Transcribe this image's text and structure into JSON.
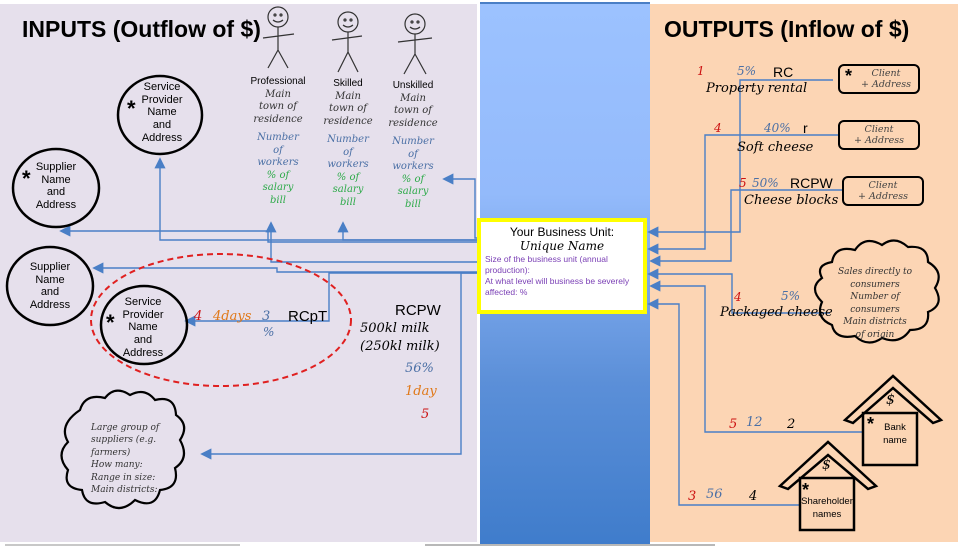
{
  "colors": {
    "inputs_bg": "#e6e0ec",
    "outputs_bg": "#fcd5b4",
    "business_border": "#ffff00",
    "arrow": "#4a7fc6",
    "highlight_ellipse": "#e02020"
  },
  "inputs": {
    "title": "INPUTS (Outflow of $)",
    "service_provider_top": {
      "star": "*",
      "label": "Service Provider Name and Address"
    },
    "supplier_starred": {
      "star": "*",
      "label": "Supplier Name and Address"
    },
    "supplier_plain": {
      "label": "Supplier Name and Address"
    },
    "service_provider_circled": {
      "star": "*",
      "label": "Service Provider Name and Address",
      "flow": {
        "num_red": "4",
        "days": "4days",
        "num_blue": "3",
        "code": "RCpT",
        "percent": "%"
      }
    },
    "workers": [
      {
        "icon": "stick-figure-icon",
        "type": "Professional",
        "town": [
          "Main",
          "town of",
          "residence"
        ],
        "count": [
          "Number",
          "of",
          "workers"
        ],
        "salary": [
          "% of",
          "salary",
          "bill"
        ]
      },
      {
        "icon": "stick-figure-icon",
        "type": "Skilled",
        "town": [
          "Main",
          "town of",
          "residence"
        ],
        "count": [
          "Number",
          "of",
          "workers"
        ],
        "salary": [
          "% of",
          "salary",
          "bill"
        ]
      },
      {
        "icon": "stick-figure-icon",
        "type": "Unskilled",
        "town": [
          "Main",
          "town of",
          "residence"
        ],
        "count": [
          "Number",
          "of",
          "workers"
        ],
        "salary": [
          "% of",
          "salary",
          "bill"
        ]
      }
    ],
    "rcpw": {
      "code": "RCPW",
      "line1": "500kl milk",
      "line2": "(250kl milk)",
      "percent": "56%",
      "days": "1day",
      "num": "5"
    },
    "supplier_cloud": [
      "Large group of",
      "suppliers (e.g.",
      "farmers)",
      "How many:",
      "Range in size:",
      "Main districts:"
    ]
  },
  "business_unit": {
    "title": "Your Business Unit:",
    "name": "Unique Name",
    "size_label": "Size of the business unit (annual production):",
    "affected_label": "At what level will business be severely affected:  %"
  },
  "outputs": {
    "title": "OUTPUTS  (Inflow of $)",
    "products": [
      {
        "num": "1",
        "percent": "5%",
        "code": "RC",
        "name": "Property rental",
        "client": {
          "star": "*",
          "line1": "Client",
          "line2": "+ Address"
        }
      },
      {
        "num": "4",
        "percent": "40%",
        "code": "r",
        "name": "Soft cheese",
        "client": {
          "line1": "Client",
          "line2": "+ Address"
        }
      },
      {
        "num": "5",
        "percent": "50%",
        "code": "RCPW",
        "name": "Cheese blocks",
        "client": {
          "line1": "Client",
          "line2": "+ Address"
        }
      },
      {
        "num": "4",
        "percent": "5%",
        "name": "Packaged cheese"
      }
    ],
    "consumer_cloud": [
      "Sales directly to",
      "consumers",
      "Number of",
      "consumers",
      "Main districts",
      "of origin"
    ],
    "bank": {
      "num_red": "5",
      "num_blue": "12",
      "num_black": "2",
      "dollar": "$",
      "star": "*",
      "label": "Bank name"
    },
    "shareholders": {
      "num_red": "3",
      "num_blue": "56",
      "num_black": "4",
      "dollar": "$",
      "star": "*",
      "label": "Shareholder names"
    }
  }
}
